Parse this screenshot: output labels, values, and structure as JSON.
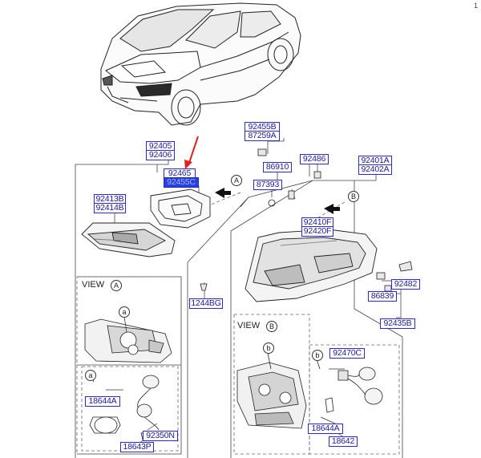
{
  "page_number": "1",
  "view_a": {
    "word": "VIEW",
    "letter": "A"
  },
  "view_b": {
    "word": "VIEW",
    "letter": "B"
  },
  "callouts": {
    "A": "A",
    "B": "B",
    "a": "a",
    "b": "b"
  },
  "parts": {
    "p92405": "92405",
    "p92406": "92406",
    "p92465": "92465",
    "p92455C": "92455C",
    "p92413B": "92413B",
    "p92414B": "92414B",
    "p92455B": "92455B",
    "p87259A": "87259A",
    "p86910": "86910",
    "p87393": "87393",
    "p92486": "92486",
    "p92401A": "92401A",
    "p92402A": "92402A",
    "p92410F": "92410F",
    "p92420F": "92420F",
    "p1244BG": "1244BG",
    "p92482": "92482",
    "p86839": "86839",
    "p92435B": "92435B",
    "p92470C": "92470C",
    "p18644A_left": "18644A",
    "p92350N": "92350N",
    "p18643P": "18643P",
    "p18644A_right": "18644A",
    "p18642": "18642"
  },
  "colors": {
    "label_border": "#2a2ad8",
    "label_text": "#1a1a9a",
    "highlight_fill": "#2b3fe0",
    "pointer_arrow": "#e02020"
  }
}
